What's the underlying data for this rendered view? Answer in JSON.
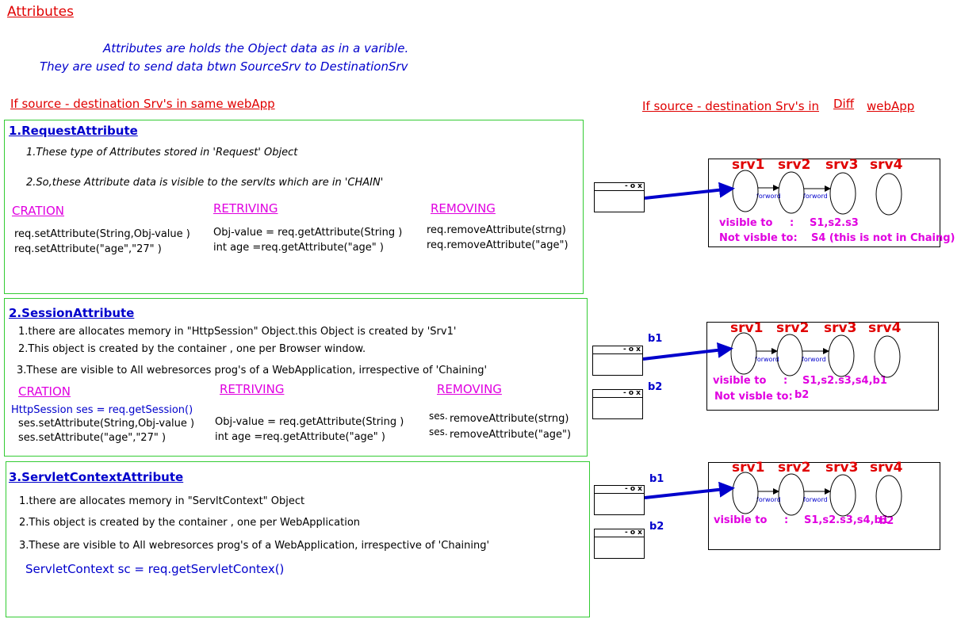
{
  "title": "Attributes",
  "intro": {
    "line1": "Attributes are holds the Object data as in a varible.",
    "line2": "They are used to send data btwn SourceSrv to DestinationSrv"
  },
  "left_heading": "If source - destination Srv's in same webApp",
  "right_heading": {
    "prefix": "If source - destination Srv's in",
    "diff": "Diff",
    "suffix": "webApp"
  },
  "sections": [
    {
      "title": "1.RequestAttribute",
      "points": [
        "1.These type of Attributes stored in 'Request' Object",
        "2.So,these Attribute data is visible to the servlts which are in 'CHAIN'"
      ],
      "creation_label": "CRATION",
      "retriving_label": "RETRIVING",
      "removing_label": "REMOVING",
      "creation": [
        "req.setAttribute(String,Obj-value )",
        "req.setAttribute(\"age\",\"27\" )"
      ],
      "retriving": [
        "Obj-value  = req.getAttribute(String )",
        "int age  =req.getAttribute(\"age\" )"
      ],
      "removing": [
        "req.removeAttribute(strng)",
        "req.removeAttribute(\"age\")"
      ]
    },
    {
      "title": "2.SessionAttribute",
      "points": [
        "1.there are allocates memory in \"HttpSession\" Object.this Object is created by 'Srv1'",
        "2.This object is created by the container , one per  Browser window.",
        "3.These are visible to All webresorces prog's of a WebApplication, irrespective of 'Chaining'"
      ],
      "creation_label": "CRATION",
      "retriving_label": "RETRIVING",
      "removing_label": "REMOVING",
      "session_line": "HttpSession ses = req.getSession()",
      "creation": [
        "ses.setAttribute(String,Obj-value )",
        "ses.setAttribute(\"age\",\"27\" )"
      ],
      "retriving": [
        "Obj-value  = req.getAttribute(String )",
        "int age  =req.getAttribute(\"age\" )"
      ],
      "removing_prefix": "ses.",
      "removing": [
        "removeAttribute(strng)",
        "removeAttribute(\"age\")"
      ]
    },
    {
      "title": "3.ServletContextAttribute",
      "points": [
        "1.there are allocates memory in \"ServltContext\" Object",
        "2.This object is created by the container , one per  WebApplication",
        "3.These are visible to All webresorces prog's of a WebApplication, irrespective of 'Chaining'"
      ],
      "context_line": "ServletContext sc = req.getServletContex()"
    }
  ],
  "diagrams": [
    {
      "servers": [
        "srv1",
        "srv2",
        "srv3",
        "srv4"
      ],
      "forward": "forword",
      "visible_label": "visible to",
      "colon": ":",
      "visible_value": "S1,s2.s3",
      "not_visible_label": "Not visble to:",
      "not_visible_value": "S4 (this is not in Chaing)"
    },
    {
      "servers": [
        "srv1",
        "srv2",
        "srv3",
        "srv4"
      ],
      "forward": "forword",
      "browsers": [
        "b1",
        "b2"
      ],
      "visible_label": "visible to",
      "colon": ":",
      "visible_value": "S1,s2.s3,s4,b1",
      "not_visible_label": "Not visble to:",
      "not_visible_value": "b2"
    },
    {
      "servers": [
        "srv1",
        "srv2",
        "srv3",
        "srv4"
      ],
      "forward": "forword",
      "browsers": [
        "b1",
        "b2"
      ],
      "visible_label": "visible to",
      "colon": ":",
      "visible_value": "S1,s2.s3,s4,b1",
      "extra_value": "b2"
    }
  ],
  "window_controls": "- o x",
  "colors": {
    "heading_red": "#e00000",
    "blue": "#0000cc",
    "magenta": "#e000e0",
    "green_border": "#33cc33"
  }
}
